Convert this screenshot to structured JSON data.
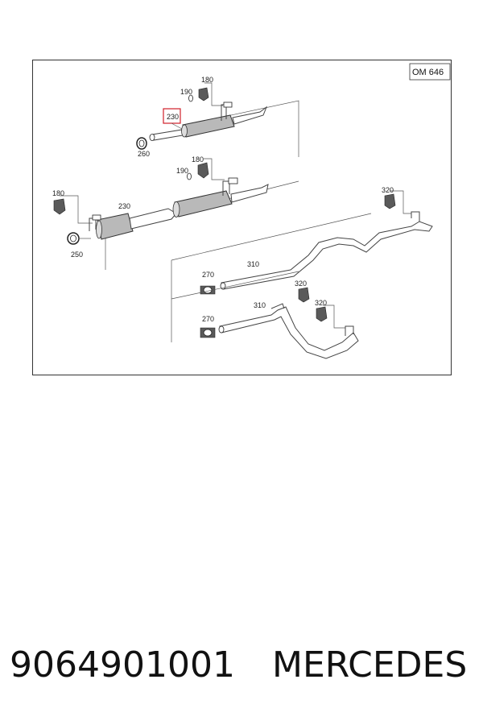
{
  "diagram": {
    "engine_code": "OM 646",
    "labels": {
      "l180a": "180",
      "l190a": "190",
      "l230hl": "230",
      "l260": "260",
      "l180b": "180",
      "l190b": "190",
      "l180c": "180",
      "l230b": "230",
      "l250": "250",
      "l320a": "320",
      "l270a": "270",
      "l310a": "310",
      "l320b": "320",
      "l320c": "320",
      "l310b": "310",
      "l270b": "270"
    },
    "highlight_color": "#d0202a"
  },
  "footer": {
    "part_number": "9064901001",
    "brand": "MERCEDES"
  }
}
